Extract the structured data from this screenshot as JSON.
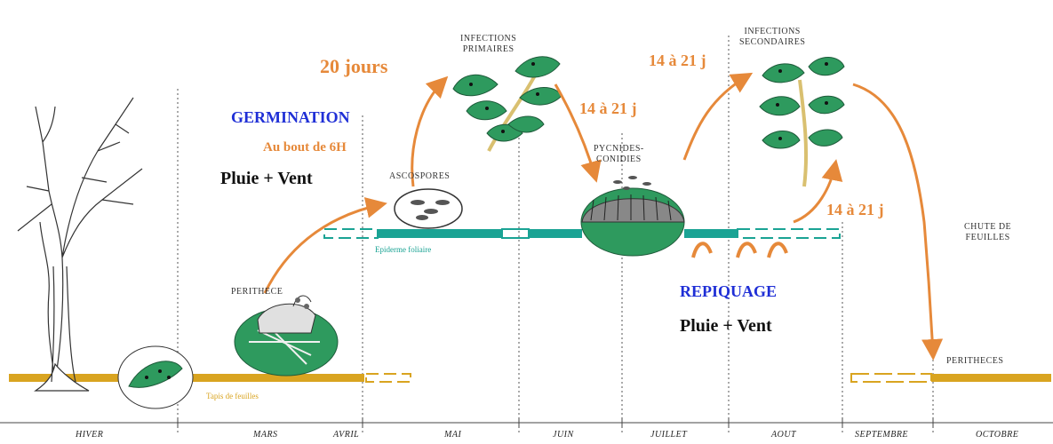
{
  "stages": {
    "primary_infections": [
      "INFECTIONS",
      "PRIMAIRES"
    ],
    "secondary_infections": [
      "INFECTIONS",
      "SECONDAIRES"
    ],
    "pycnides": [
      "PYCNIDES-",
      "CONIDIES"
    ],
    "ascospores": "ASCOSPORES",
    "perithece": "PERITHECE",
    "perithecses": "PERITHECES",
    "leaf_fall": [
      "CHUTE DE",
      "FEUILLES"
    ],
    "leaf_carpet": "Tapis de feuilles",
    "leaf_epidermis": "Epiderme foliaire"
  },
  "durations": {
    "twenty_days": "20 jours",
    "d14_21_a": "14 à 21 j",
    "d14_21_b": "14 à 21 j",
    "d14_21_c": "14 à 21 j",
    "after_6h": "Au bout de 6H"
  },
  "events": {
    "germination": "GERMINATION",
    "rain_wind_1": "Pluie + Vent",
    "repiquage": "REPIQUAGE",
    "rain_wind_2": "Pluie + Vent"
  },
  "months": [
    "HIVER",
    "MARS",
    "AVRIL",
    "MAI",
    "JUIN",
    "JUILLET",
    "AOUT",
    "SEPTEMBRE",
    "OCTOBRE"
  ],
  "colors": {
    "orange": "#e6893a",
    "blue": "#1f2fd6",
    "gold": "#d9a420",
    "teal": "#1aa394",
    "leaf_green": "#2e9a5e"
  }
}
